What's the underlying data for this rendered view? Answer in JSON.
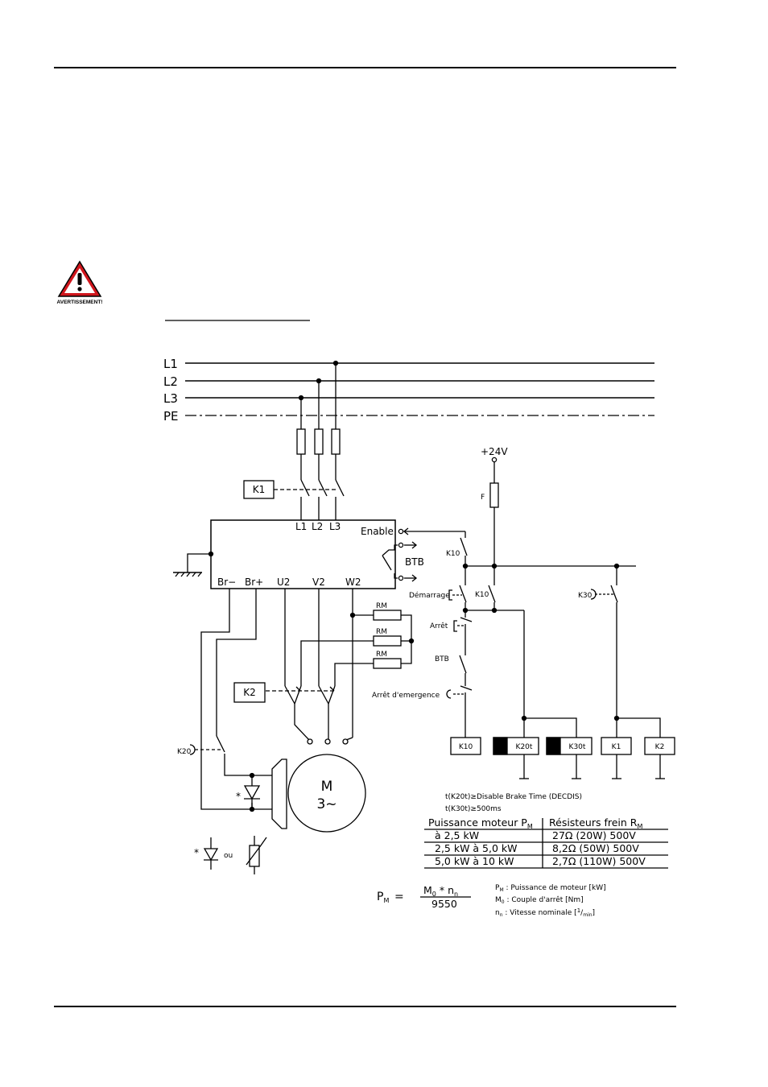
{
  "warning": {
    "label": "AVERTISSEMENT!"
  },
  "bus": {
    "l1": "L1",
    "l2": "L2",
    "l3": "L3",
    "pe": "PE"
  },
  "supply": {
    "voltage": "+24V",
    "fuse": "F"
  },
  "drive": {
    "l1": "L1",
    "l2": "L2",
    "l3": "L3",
    "enable": "Enable",
    "btb": "BTB",
    "br_minus": "Br−",
    "br_plus": "Br+",
    "u2": "U2",
    "v2": "V2",
    "w2": "W2"
  },
  "resistor": {
    "label": "RM"
  },
  "contacts": {
    "k1": "K1",
    "k2": "K2",
    "k10": "K10",
    "k20": "K20",
    "k30": "K30",
    "demarrage": "Démarrage",
    "arret": "Arrêt",
    "btb": "BTB",
    "arret_emergence": "Arrêt d'emergence"
  },
  "coils": {
    "k10": "K10",
    "k20t": "K20t",
    "k30t": "K30t",
    "k1": "K1",
    "k2": "K2"
  },
  "motor": {
    "m": "M",
    "phases": "3~"
  },
  "diode_note": {
    "star": "*",
    "ou": "ou"
  },
  "timing": {
    "line1": "t(K20t)≥Disable Brake Time (DECDIS)",
    "line2": "t(K30t)≥500ms"
  },
  "table": {
    "headers": [
      "Puissance moteur P",
      "Résisteurs frein R"
    ],
    "header_sub": [
      "M",
      "M"
    ],
    "rows": [
      [
        "à 2,5 kW",
        "27Ω (20W) 500V"
      ],
      [
        "2,5 kW à 5,0 kW",
        "8,2Ω (50W) 500V"
      ],
      [
        "5,0 kW à 10 kW",
        "2,7Ω (110W) 500V"
      ]
    ]
  },
  "formula": {
    "lhs": "P",
    "lhs_sub": "M",
    "eq": "=",
    "num_m": "M",
    "num_m_sub": "0",
    "num_op": " * n",
    "num_n_sub": "n",
    "den": "9550"
  },
  "legend": {
    "pm": {
      "sym": "P",
      "sub": "M",
      "text": " : Puissance de moteur [kW]"
    },
    "m0": {
      "sym": "M",
      "sub": "0",
      "text": " : Couple d'arrêt [Nm]"
    },
    "nn": {
      "sym": "n",
      "sub": "n",
      "text": " : Vitesse nominale [",
      "frac_num": "1",
      "frac_den": "min",
      "close": "]"
    }
  }
}
